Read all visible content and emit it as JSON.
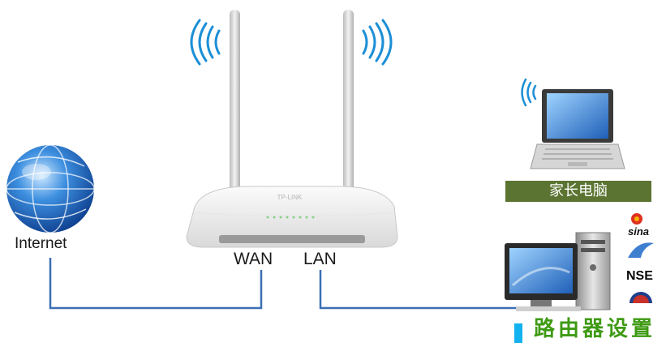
{
  "nodes": {
    "internet": {
      "label": "Internet"
    },
    "router": {
      "brand": "TP-LINK",
      "wan_port": "WAN",
      "lan_port": "LAN"
    },
    "parent_pc": {
      "caption": "家长电脑"
    },
    "child_pc": {
      "logos": [
        "sina",
        "NSE"
      ]
    }
  },
  "footer": {
    "caption": "路由器设置"
  },
  "colors": {
    "link_line": "#3b6fb4",
    "caption_bg": "#5b7431",
    "caption_accent": "#12b2f0",
    "caption_text": "#3e9a13",
    "wifi_waves": "#1c8fd6"
  }
}
